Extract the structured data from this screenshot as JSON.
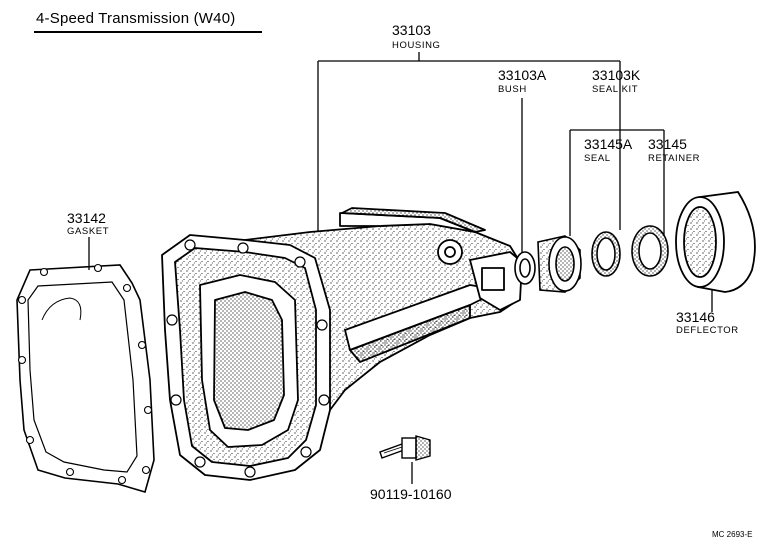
{
  "title": "4-Speed Transmission (W40)",
  "parts": {
    "housing": {
      "number": "33103",
      "name": "HOUSING"
    },
    "bush": {
      "number": "33103A",
      "name": "BUSH"
    },
    "seal_kit": {
      "number": "33103K",
      "name": "SEAL KIT"
    },
    "seal": {
      "number": "33145A",
      "name": "SEAL"
    },
    "retainer": {
      "number": "33145",
      "name": "RETAINER"
    },
    "gasket": {
      "number": "33142",
      "name": "GASKET"
    },
    "deflector": {
      "number": "33146",
      "name": "DEFLECTOR"
    },
    "bolt": {
      "number": "90119-10160"
    }
  },
  "diagram_code": "MC 2693-E"
}
